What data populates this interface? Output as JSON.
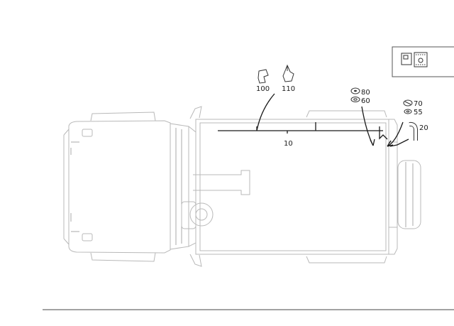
{
  "diagram": {
    "parts": [
      {
        "ref": "100",
        "icon": "clip-icon"
      },
      {
        "ref": "110",
        "icon": "clip-icon"
      },
      {
        "ref": "80",
        "icon": "grommet-icon"
      },
      {
        "ref": "60",
        "icon": "grommet-icon"
      },
      {
        "ref": "70",
        "icon": "cap-icon"
      },
      {
        "ref": "55",
        "icon": "washer-icon"
      },
      {
        "ref": "20",
        "icon": "elbow-hose-icon"
      },
      {
        "ref": "10",
        "icon": "line-icon"
      }
    ],
    "corner_icon": "fuel-system-icon"
  }
}
